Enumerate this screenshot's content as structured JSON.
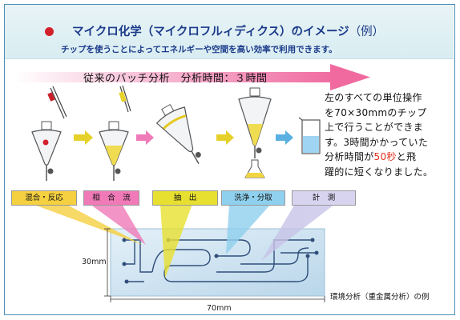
{
  "header": {
    "title": "マイクロ化学（マイクロフルィディクス）のイメージ",
    "title_suffix": "（例）",
    "subtitle": "チップを使うことによってエネルギーや空間を高い効率で利用できます。"
  },
  "process": {
    "arrow_label": "従来のバッチ分析　分析時間：３時間"
  },
  "description": {
    "line1": "左のすべての単位操作",
    "line2": "を70×30mmのチップ",
    "line3": "上で行うことができま",
    "line4": "す。3時間かかっていた",
    "line5_a": "分析時間が",
    "line5_highlight": "50秒",
    "line5_b": "と飛",
    "line6": "躍的に短くなりました。"
  },
  "steps": [
    {
      "label": "混合・反応",
      "color": "#f5d040"
    },
    {
      "label": "相　合　流",
      "color": "#f07ab8"
    },
    {
      "label": "抽　出",
      "color": "#e8e030"
    },
    {
      "label": "洗浄・分取",
      "color": "#8fd0ee"
    },
    {
      "label": "計　測",
      "color": "#d8d4f0"
    }
  ],
  "chip": {
    "height_label": "30mm",
    "width_label": "70mm"
  },
  "caption": "環境分析（重金属分析）の例",
  "colors": {
    "title": "#1a3a8a",
    "dot": "#d4202a",
    "arrow": "#f06aa0",
    "highlight": "#e0301e",
    "chip": "#cfe3f0"
  }
}
